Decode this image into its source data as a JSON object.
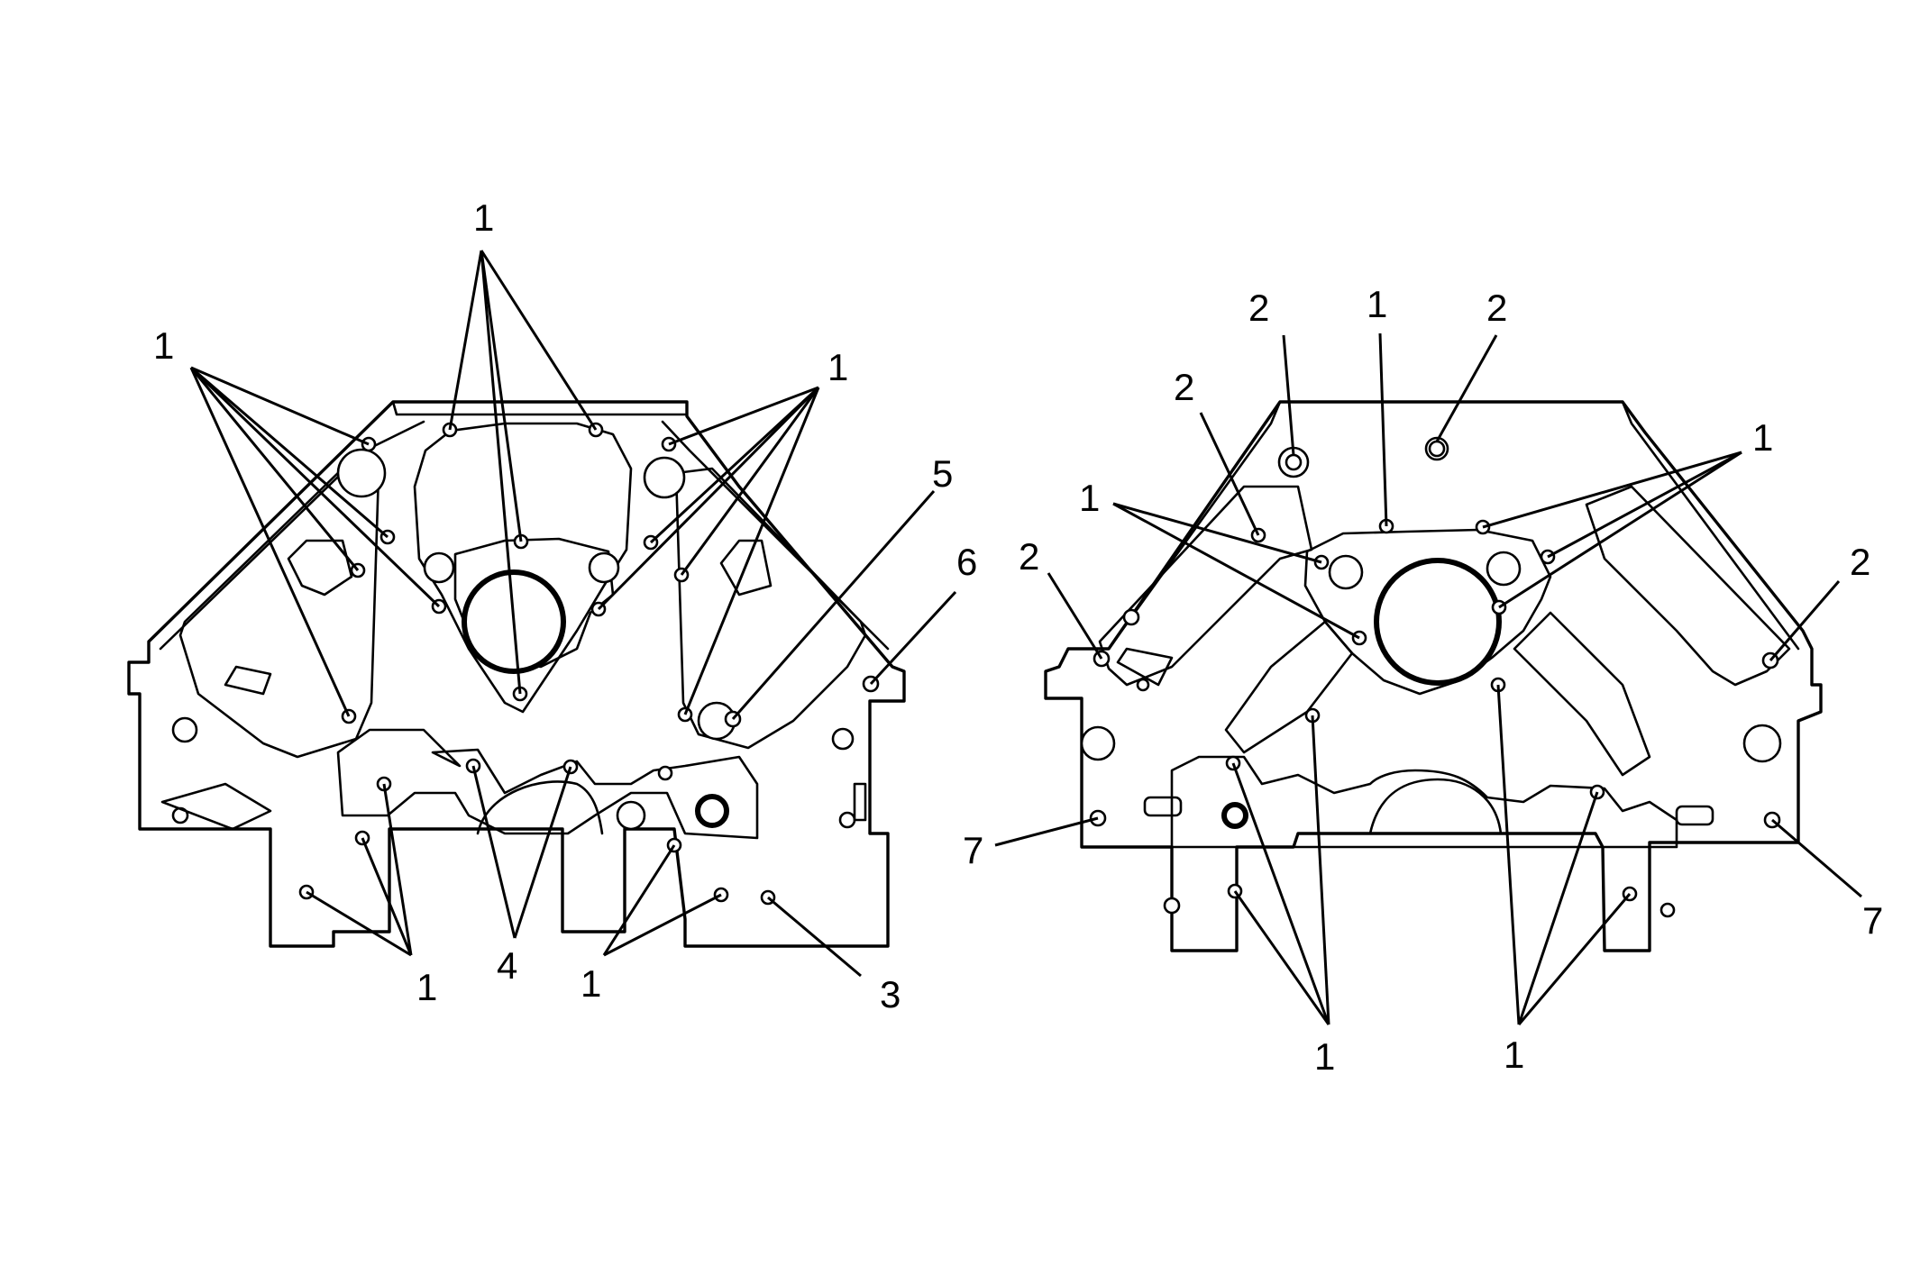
{
  "figure": {
    "left_view": {
      "callouts": [
        "1",
        "1",
        "1",
        "5",
        "6",
        "1",
        "4",
        "1",
        "3"
      ]
    },
    "right_view": {
      "callouts": [
        "2",
        "1",
        "2",
        "2",
        "1",
        "1",
        "2",
        "2",
        "7",
        "7",
        "1",
        "1"
      ]
    }
  }
}
